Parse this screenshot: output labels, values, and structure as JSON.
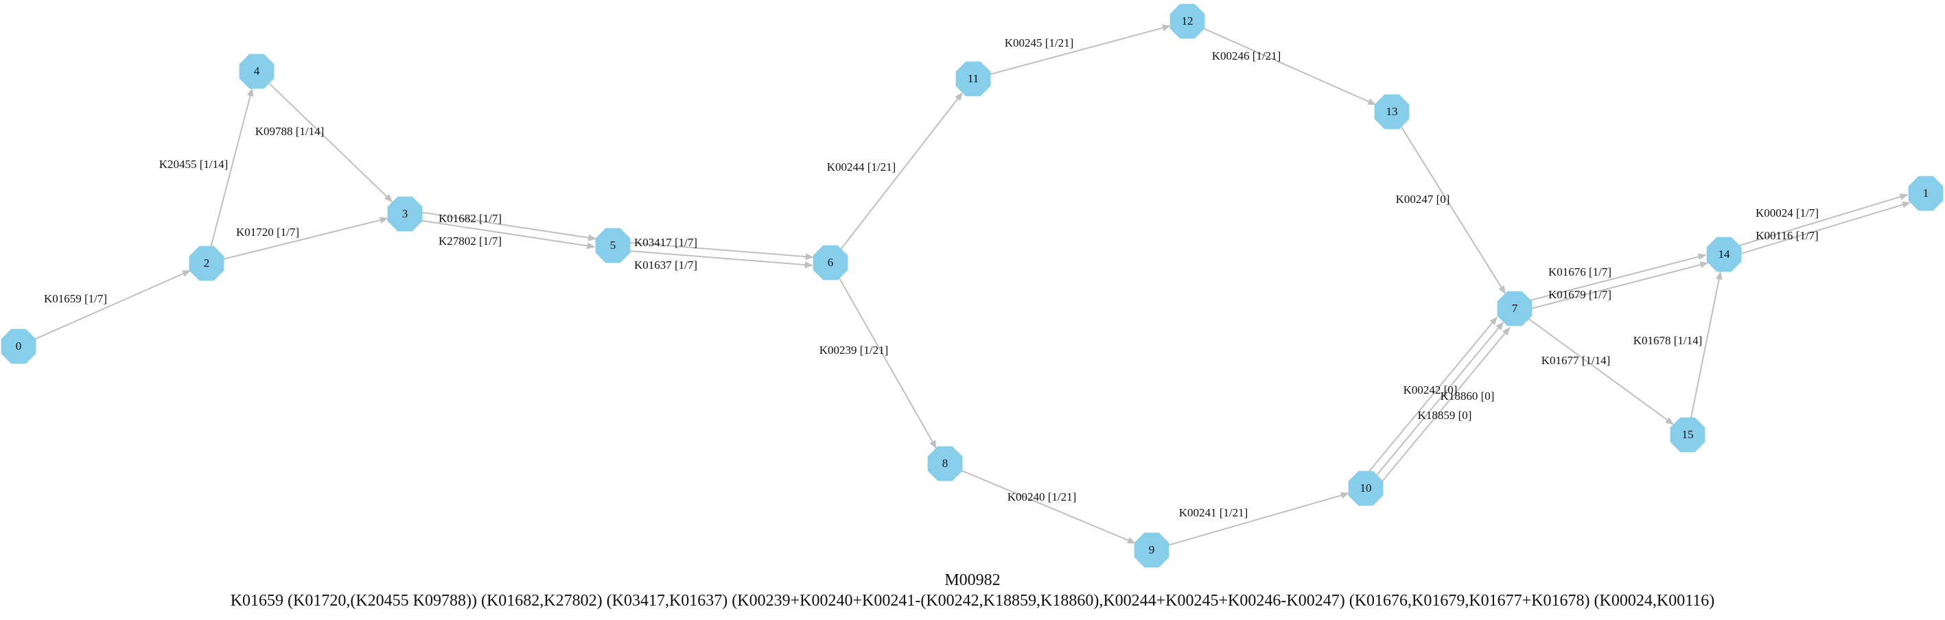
{
  "diagram": {
    "module_id": "M00982",
    "definition": "K01659 (K01720,(K20455 K09788)) (K01682,K27802) (K03417,K01637) (K00239+K00240+K00241-(K00242,K18859,K18860),K00244+K00245+K00246-K00247) (K01676,K01679,K01677+K01678) (K00024,K00116)",
    "colors": {
      "node_fill": "#87ceeb",
      "edge": "#c0c0c0",
      "text": "#111111"
    },
    "nodes": [
      {
        "id": "0",
        "label": "0"
      },
      {
        "id": "1",
        "label": "1"
      },
      {
        "id": "2",
        "label": "2"
      },
      {
        "id": "3",
        "label": "3"
      },
      {
        "id": "4",
        "label": "4"
      },
      {
        "id": "5",
        "label": "5"
      },
      {
        "id": "6",
        "label": "6"
      },
      {
        "id": "7",
        "label": "7"
      },
      {
        "id": "8",
        "label": "8"
      },
      {
        "id": "9",
        "label": "9"
      },
      {
        "id": "10",
        "label": "10"
      },
      {
        "id": "11",
        "label": "11"
      },
      {
        "id": "12",
        "label": "12"
      },
      {
        "id": "13",
        "label": "13"
      },
      {
        "id": "14",
        "label": "14"
      },
      {
        "id": "15",
        "label": "15"
      }
    ],
    "edges": [
      {
        "from": "0",
        "to": "2",
        "label": "K01659 [1/7]"
      },
      {
        "from": "2",
        "to": "4",
        "label": "K20455 [1/14]"
      },
      {
        "from": "2",
        "to": "3",
        "label": "K01720 [1/7]"
      },
      {
        "from": "4",
        "to": "3",
        "label": "K09788 [1/14]"
      },
      {
        "from": "3",
        "to": "5",
        "label": "K01682 [1/7]"
      },
      {
        "from": "3",
        "to": "5",
        "label": "K27802 [1/7]"
      },
      {
        "from": "5",
        "to": "6",
        "label": "K03417 [1/7]"
      },
      {
        "from": "5",
        "to": "6",
        "label": "K01637 [1/7]"
      },
      {
        "from": "6",
        "to": "11",
        "label": "K00244 [1/21]"
      },
      {
        "from": "11",
        "to": "12",
        "label": "K00245 [1/21]"
      },
      {
        "from": "12",
        "to": "13",
        "label": "K00246 [1/21]"
      },
      {
        "from": "13",
        "to": "7",
        "label": "K00247 [0]"
      },
      {
        "from": "6",
        "to": "8",
        "label": "K00239 [1/21]"
      },
      {
        "from": "8",
        "to": "9",
        "label": "K00240 [1/21]"
      },
      {
        "from": "9",
        "to": "10",
        "label": "K00241 [1/21]"
      },
      {
        "from": "10",
        "to": "7",
        "label": "K00242 [0]"
      },
      {
        "from": "10",
        "to": "7",
        "label": "K18859 [0]"
      },
      {
        "from": "10",
        "to": "7",
        "label": "K18860 [0]"
      },
      {
        "from": "7",
        "to": "14",
        "label": "K01676 [1/7]"
      },
      {
        "from": "7",
        "to": "14",
        "label": "K01679 [1/7]"
      },
      {
        "from": "7",
        "to": "15",
        "label": "K01677 [1/14]"
      },
      {
        "from": "15",
        "to": "14",
        "label": "K01678 [1/14]"
      },
      {
        "from": "14",
        "to": "1",
        "label": "K00024 [1/7]"
      },
      {
        "from": "14",
        "to": "1",
        "label": "K00116 [1/7]"
      }
    ]
  }
}
